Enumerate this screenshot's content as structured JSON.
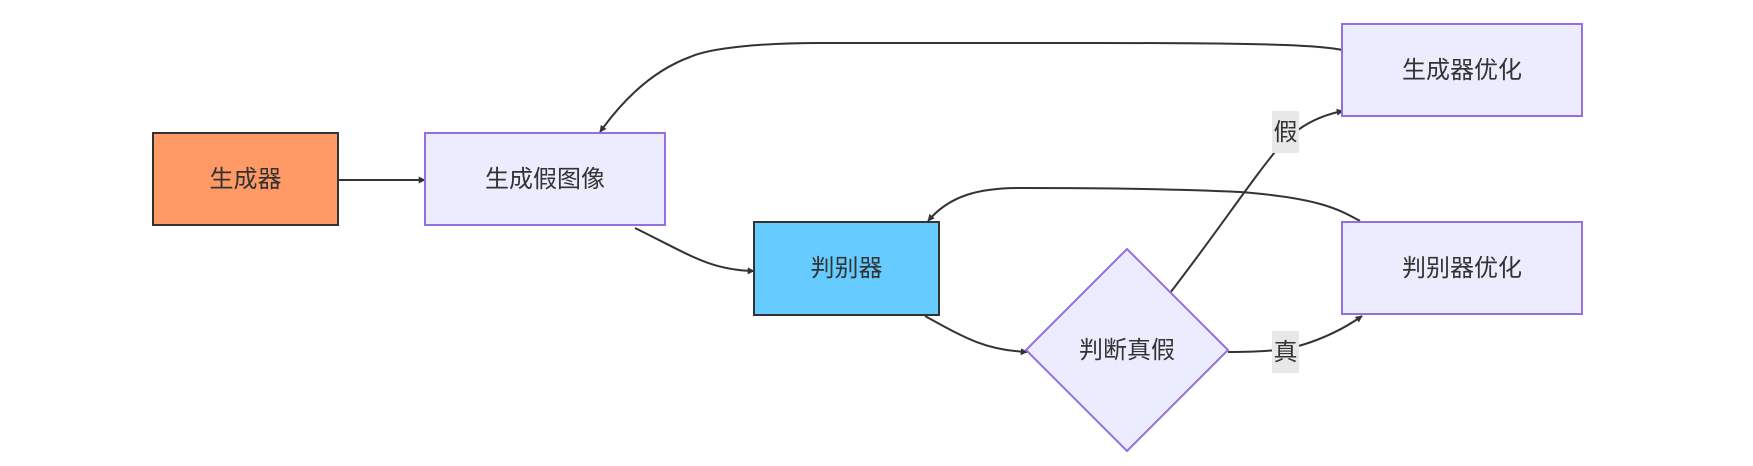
{
  "nodes": {
    "generator": {
      "label": "生成器",
      "fill": "#FF9966",
      "stroke": "#333333",
      "shape": "rect"
    },
    "fake_image": {
      "label": "生成假图像",
      "fill": "#ECECFF",
      "stroke": "#9370DB",
      "shape": "rect"
    },
    "discriminator": {
      "label": "判别器",
      "fill": "#66CCFF",
      "stroke": "#333333",
      "shape": "rect"
    },
    "judge": {
      "label": "判断真假",
      "fill": "#ECECFF",
      "stroke": "#9370DB",
      "shape": "diamond"
    },
    "generator_opt": {
      "label": "生成器优化",
      "fill": "#ECECFF",
      "stroke": "#9370DB",
      "shape": "rect"
    },
    "discriminator_opt": {
      "label": "判别器优化",
      "fill": "#ECECFF",
      "stroke": "#9370DB",
      "shape": "rect"
    }
  },
  "edges": [
    {
      "from": "generator",
      "to": "fake_image",
      "label": ""
    },
    {
      "from": "fake_image",
      "to": "discriminator",
      "label": ""
    },
    {
      "from": "discriminator",
      "to": "judge",
      "label": ""
    },
    {
      "from": "judge",
      "to": "generator_opt",
      "label": "假"
    },
    {
      "from": "judge",
      "to": "discriminator_opt",
      "label": "真"
    },
    {
      "from": "generator_opt",
      "to": "fake_image",
      "label": ""
    },
    {
      "from": "discriminator_opt",
      "to": "discriminator",
      "label": ""
    }
  ],
  "edge_label_bg": "#E8E8E8"
}
